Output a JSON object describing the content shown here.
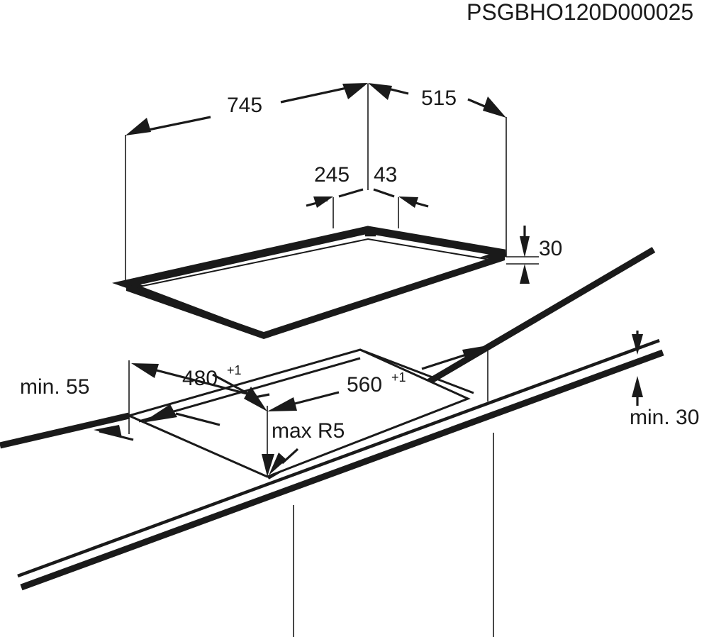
{
  "drawing": {
    "title": "PSGBHO120D000025",
    "background_color": "#ffffff",
    "line_color": "#1a1a1a",
    "appliance": "built-in hob installation diagram",
    "dimensions": {
      "hob_width": "745",
      "hob_depth_right": "515",
      "offset_left": "245",
      "offset_right": "43",
      "hob_height": "30",
      "cutout_depth": "480",
      "cutout_depth_tolerance": "+1",
      "cutout_width": "560",
      "cutout_width_tolerance": "+1",
      "corner_radius": "max R5",
      "min_front_edge": "min. 55",
      "min_worktop_thickness": "min. 30"
    }
  }
}
